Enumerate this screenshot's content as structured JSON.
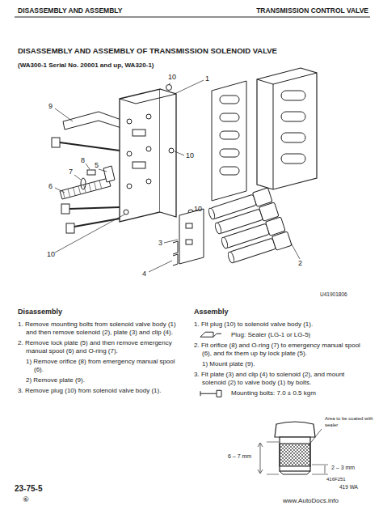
{
  "diagram": {
    "title": "DISASSEMBLY AND ASSEMBLY OF TRANSMISSION SOLENOID VALVE",
    "labels": [
      "DISASSEMBLY AND ASSEMBLY",
      "TRANSMISSION CONTROL VALVE",
      "(WA300-1 Serial No. 20001 and up, WA320-1)",
      "9",
      "10",
      "1",
      "8",
      "7",
      "5",
      "6",
      "10",
      "10",
      "3",
      "10",
      "4",
      "2",
      "U41901806",
      "Disassembly",
      "1. Remove mounting bolts from solenoid valve body (1) and then remove solenoid (2), plate (3) and clip (4).",
      "2. Remove lock plate (5) and then remove emergency manual spool (6) and O-ring (7).",
      "1) Remove orifice (8) from emergency manual spool (6).",
      "2) Remove plate (9).",
      "3. Remove plug (10) from solenoid valve body (1).",
      "Assembly",
      "1. Fit plug (10) to solenoid valve body (1).",
      "Plug: Sealer (LG-1 or LG-5)",
      "2. Fit orifice (8) and O-ring (7) to emergency manual spool (6), and fix them up by lock plate (5).",
      "1) Mount plate (9).",
      "3. Fit plate (3) and clip (4) to solenoid (2), and mount solenoid (2) to valve body (1) by bolts.",
      "Mounting bolts: 7.0 ± 0.5 kgm",
      "Area to be coated with sealer",
      "6 – 7 mm",
      "2 – 3 mm",
      "416F251",
      "23-75-5",
      "⑥",
      "419 WA",
      "www.AutoDocs.info"
    ]
  }
}
